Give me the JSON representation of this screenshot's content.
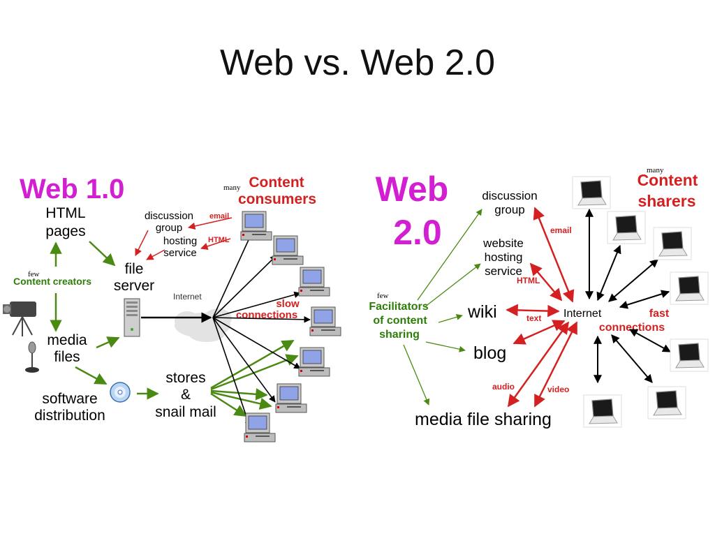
{
  "title": "Web vs. Web 2.0",
  "colors": {
    "magenta": "#d21fd2",
    "red": "#d42020",
    "dark_red": "#c00000",
    "green": "#2e7d0a",
    "green_arrow": "#4a8a12",
    "black": "#000000"
  },
  "web1": {
    "heading": "Web 1.0",
    "html_pages": [
      "HTML",
      "pages"
    ],
    "few": "few",
    "content_creators": "Content creators",
    "media_files": [
      "media",
      "files"
    ],
    "software_distribution": [
      "software",
      "distribution"
    ],
    "file_server": [
      "file",
      "server"
    ],
    "discussion_group": [
      "discussion",
      "group"
    ],
    "hosting_service": [
      "hosting",
      "service"
    ],
    "email": "email",
    "html_tag": "HTML",
    "internet": "Internet",
    "slow_connections": [
      "slow",
      "connections"
    ],
    "many": "many",
    "content_consumers": [
      "Content",
      "consumers"
    ],
    "stores_mail": [
      "stores",
      "&",
      "snail mail"
    ],
    "icons": [
      "video-camera-icon",
      "microphone-icon",
      "cd-icon",
      "server-tower-icon",
      "desktop-computer-icon",
      "cloud-icon"
    ]
  },
  "web2": {
    "heading": [
      "Web",
      "2.0"
    ],
    "discussion_group": [
      "discussion",
      "group"
    ],
    "website_hosting": [
      "website",
      "hosting",
      "service"
    ],
    "wiki": "wiki",
    "blog": "blog",
    "media_file_sharing": "media file sharing",
    "few": "few",
    "facilitators": [
      "Facilitators",
      "of content",
      "sharing"
    ],
    "internet": "Internet",
    "email": "email",
    "html_tag": "HTML",
    "text_tag": "text",
    "audio_tag": "audio",
    "video_tag": "video",
    "fast_connections": [
      "fast",
      "connections"
    ],
    "many": "many",
    "content_sharers": [
      "Content",
      "sharers"
    ],
    "icons": [
      "laptop-icon"
    ]
  }
}
